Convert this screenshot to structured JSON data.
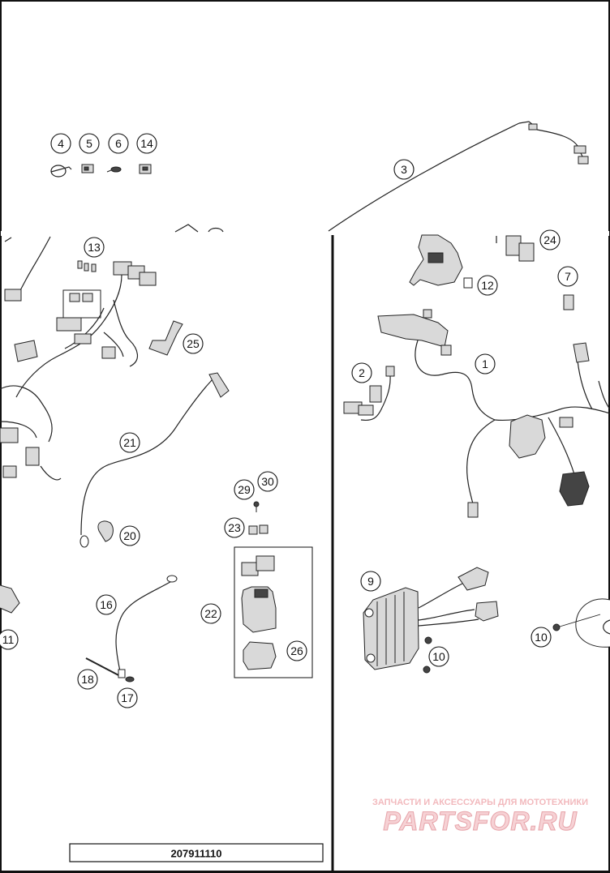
{
  "diagram": {
    "part_number": "207911110",
    "watermark": {
      "tagline": "ЗАПЧАСТИ И АКСЕССУАРЫ ДЛЯ МОТОТЕХНИКИ",
      "brand": "PARTSFOR.RU"
    },
    "callouts": [
      "4",
      "5",
      "6",
      "14",
      "3",
      "13",
      "24",
      "7",
      "12",
      "2",
      "1",
      "25",
      "21",
      "29",
      "30",
      "23",
      "20",
      "22",
      "26",
      "11",
      "16",
      "18",
      "17",
      "9",
      "10",
      "10"
    ]
  },
  "colors": {
    "line": "#111111",
    "watermark": "#f2b9bd"
  }
}
